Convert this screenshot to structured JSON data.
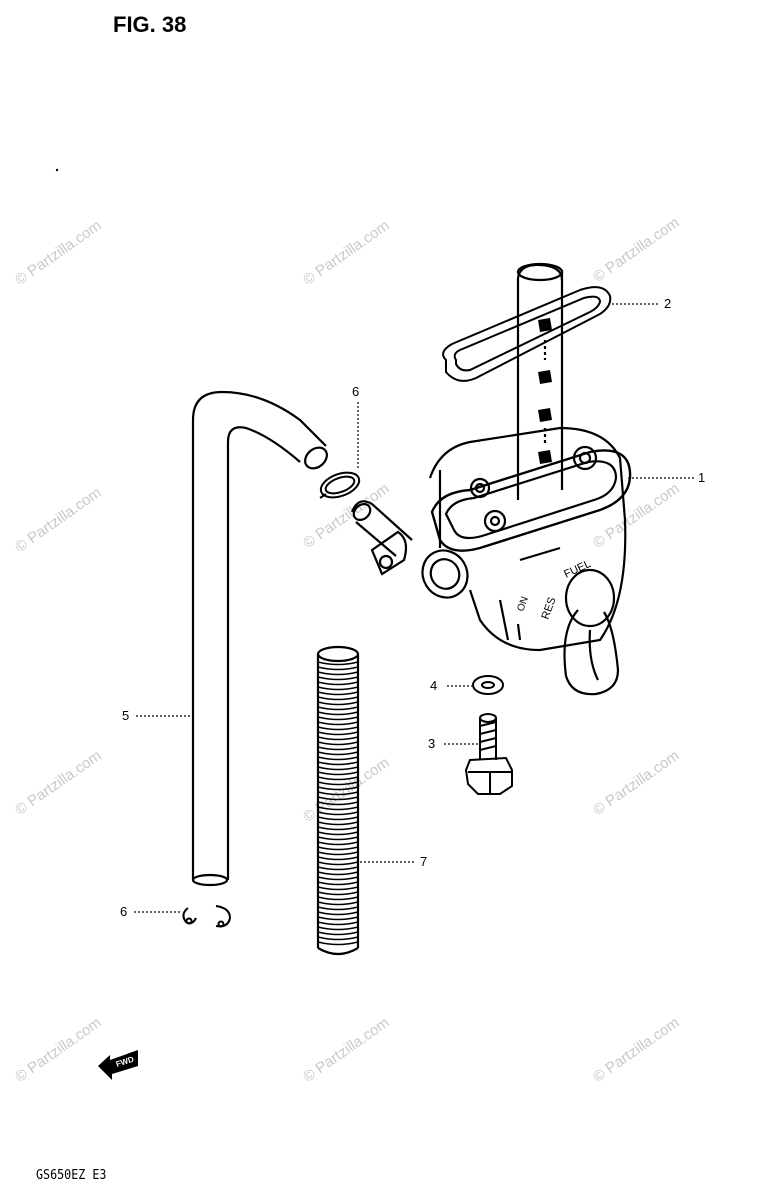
{
  "figure": {
    "title": "FIG. 38"
  },
  "model_label": "GS650EZ  E3",
  "direction_arrow": {
    "label": "FWD"
  },
  "watermark": {
    "text": "© Partzilla.com"
  },
  "callouts": [
    {
      "id": "1",
      "label": "1"
    },
    {
      "id": "2",
      "label": "2"
    },
    {
      "id": "3",
      "label": "3"
    },
    {
      "id": "4",
      "label": "4"
    },
    {
      "id": "5",
      "label": "5"
    },
    {
      "id": "6a",
      "label": "6"
    },
    {
      "id": "6b",
      "label": "6"
    },
    {
      "id": "7",
      "label": "7"
    }
  ],
  "valve_markings": {
    "fuel": "FUEL",
    "res": "RES",
    "on": "ON"
  },
  "colors": {
    "ink": "#000000",
    "watermark": "#c8c8c8",
    "background": "#ffffff"
  }
}
